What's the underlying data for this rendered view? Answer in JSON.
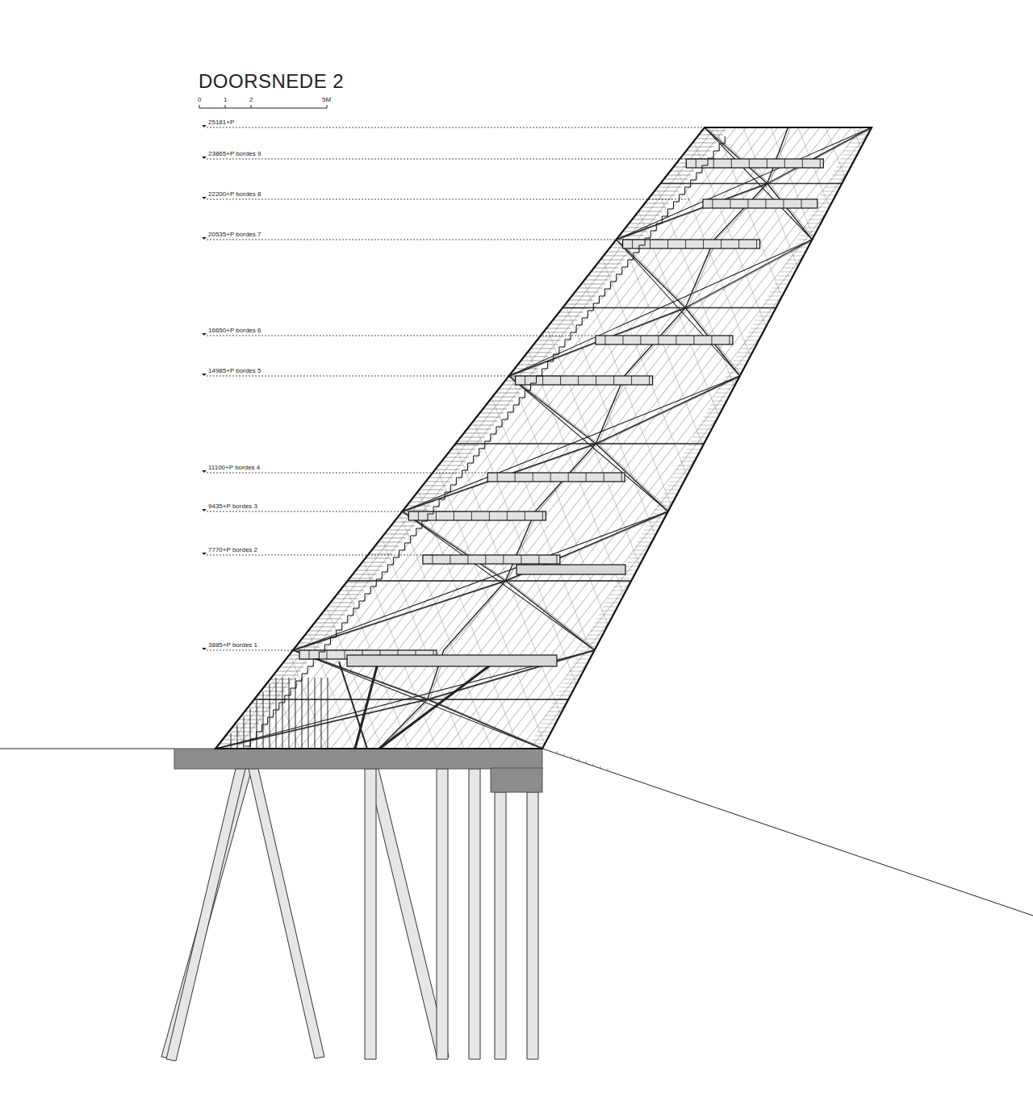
{
  "diagram": {
    "title": "DOORSNEDE 2",
    "labels": [
      "0",
      "1",
      "2",
      "5M",
      "25181+P",
      "23865+P bordes 9",
      "22200+P bordes 8",
      "20535+P bordes 7",
      "16650+P bordes 6",
      "14985+P bordes 5",
      "11100+P bordes 4",
      "9435+P bordes 3",
      "7770+P bordes 2",
      "3885+P bordes 1"
    ]
  }
}
